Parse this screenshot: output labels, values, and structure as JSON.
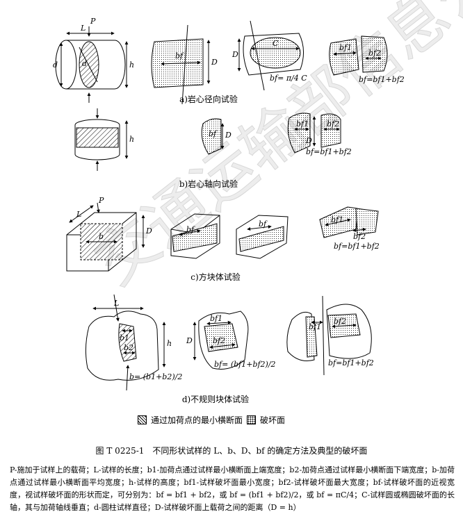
{
  "captions": {
    "a": "a)岩心径向试验",
    "b": "b)岩心轴向试验",
    "c": "c)方块体试验",
    "d": "d)不规则块体试验"
  },
  "labels": {
    "P": "P",
    "L": "L",
    "d": "d",
    "h": "h",
    "D": "D",
    "C": "C",
    "bf": "bf",
    "bf1": "bf1",
    "bf2": "bf2",
    "b": "b",
    "b1": "b1",
    "b2": "b2",
    "eq_sum": "bf=bf1+bf2",
    "eq_pi": "bf= π/4 C",
    "eq_avg_b": "b= (b1+b2)/2",
    "eq_avg_bf": "bf= (bf1+bf2)/2"
  },
  "legend": {
    "hatch": "通过加荷点的最小横断面",
    "dots": "破坏面"
  },
  "figure_caption": "图 T 0225-1　不同形状试样的 L、b、D、bf 的确定方法及典型的破坏面",
  "notes": "P-施加于试样上的载荷；L-试样的长度；b1-加荷点通过试样最小横断面上端宽度；b2-加荷点通过试样最小横断面下端宽度；b-加荷点通过试样最小横断面平均宽度；h-试样的高度；bf1-试样破坏面最小宽度；bf2-试样破坏面最大宽度；bf-试样破坏面的近视宽度，视试样破坏面的形状而定，可分别为：bf = bf1 + bf2，或 bf = (bf1 + bf2)/2，或 bf = πC/4；C-试样圆或椭圆破坏面的长轴，其与加荷轴线垂直；d-圆柱试样直径；D-试样破坏面上载荷之间的距离（D = h）",
  "watermark": "交通运输部信息公开 浏览专用"
}
